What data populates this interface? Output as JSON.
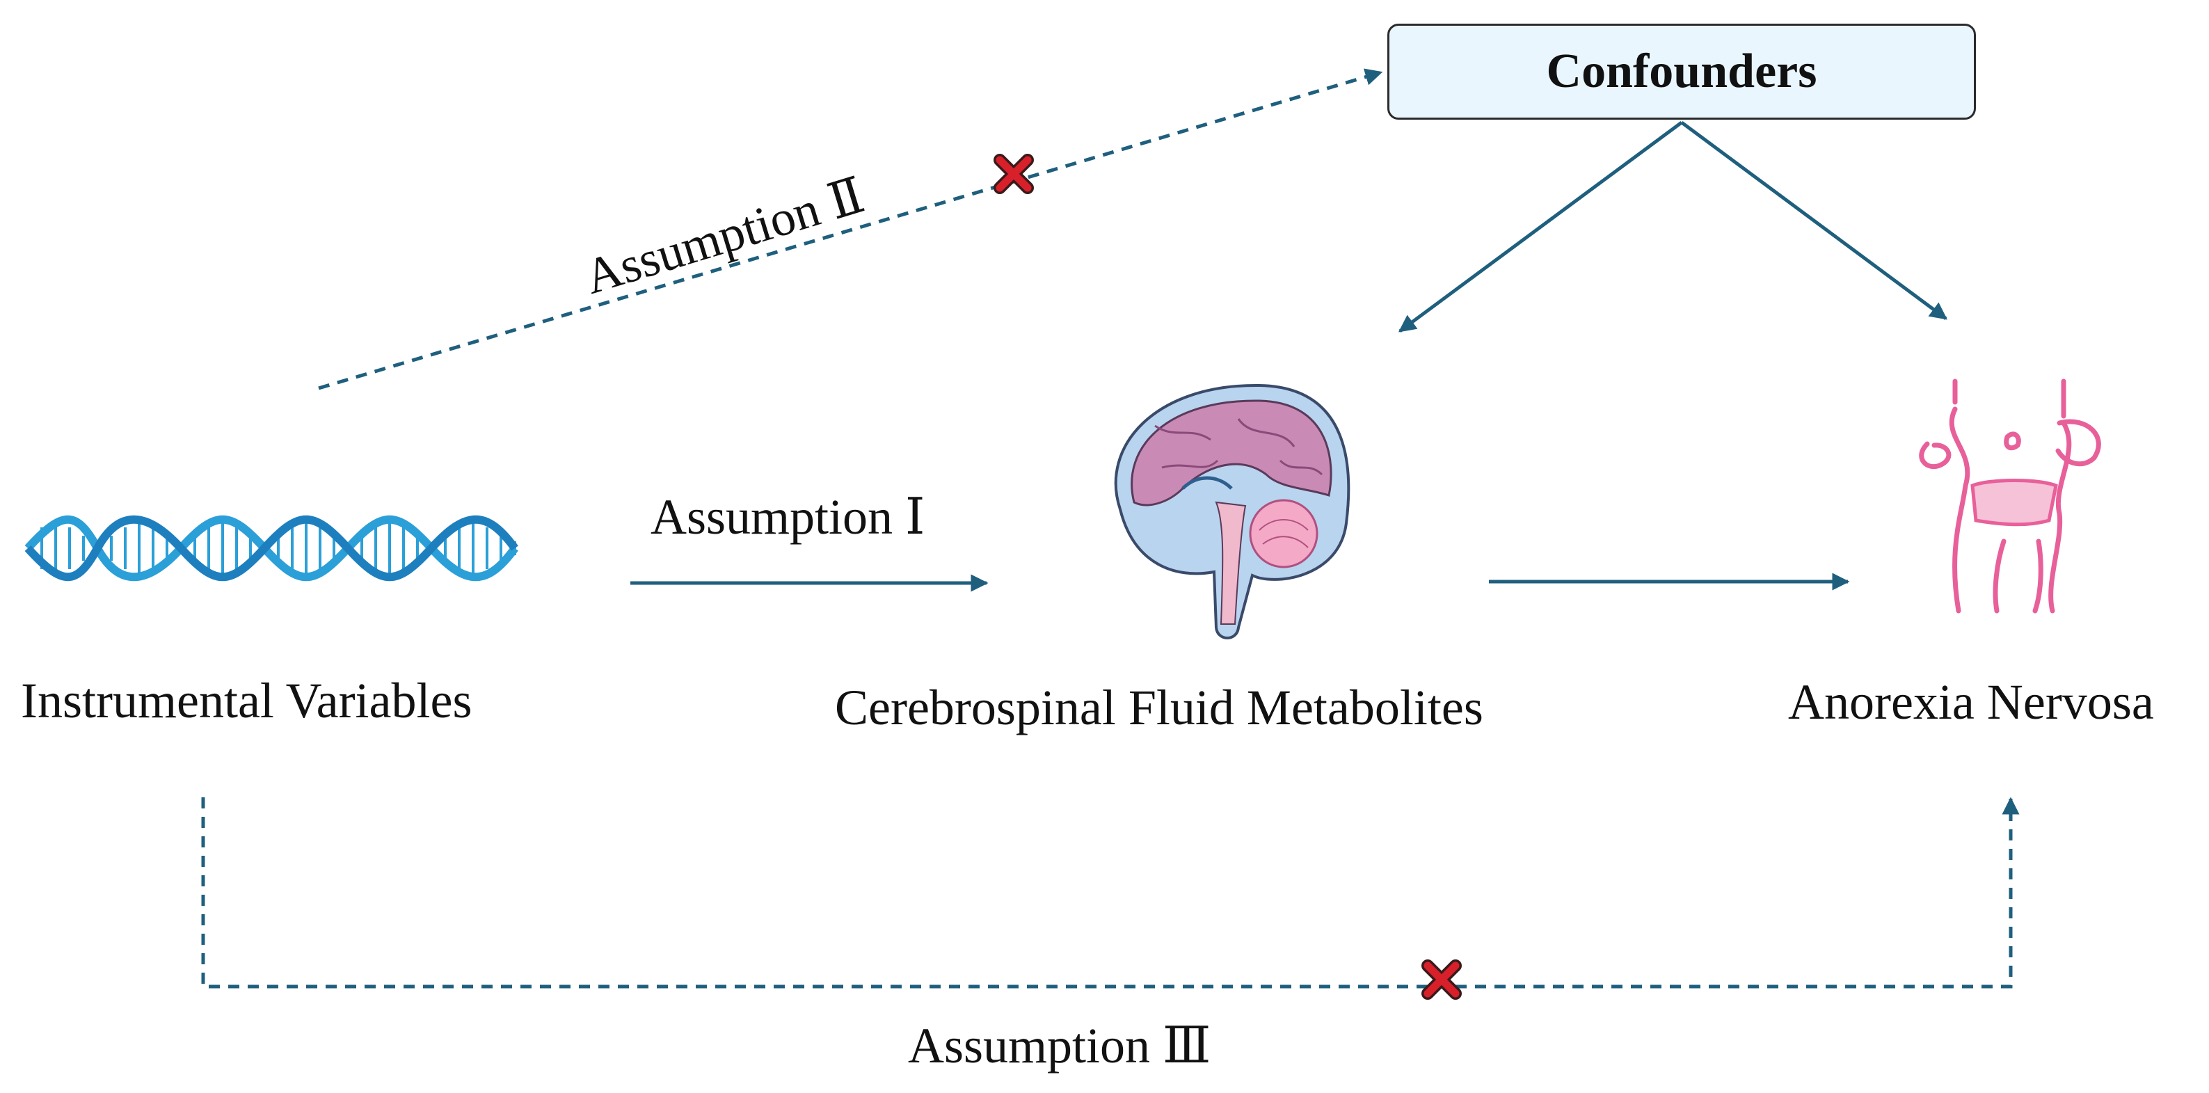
{
  "nodes": {
    "confounders": "Confounders",
    "instrumental": "Instrumental Variables",
    "csf": "Cerebrospinal Fluid Metabolites",
    "anorexia": "Anorexia Nervosa"
  },
  "assumptions": {
    "one": "Assumption Ⅰ",
    "two": "Assumption Ⅱ",
    "three": "Assumption Ⅲ"
  },
  "colors": {
    "arrow": "#1f5f7e",
    "cross": "#d8202a",
    "dna": "#2b9fd8",
    "brain_cortex": "#c98bb5",
    "anorexia_figure": "#e8609a",
    "box_fill": "#eaf6fd"
  },
  "icons": {
    "instrumental": "dna-helix-icon",
    "csf": "brain-sagittal-icon",
    "anorexia": "thin-waist-body-icon",
    "blocked": "cross-mark-icon"
  }
}
